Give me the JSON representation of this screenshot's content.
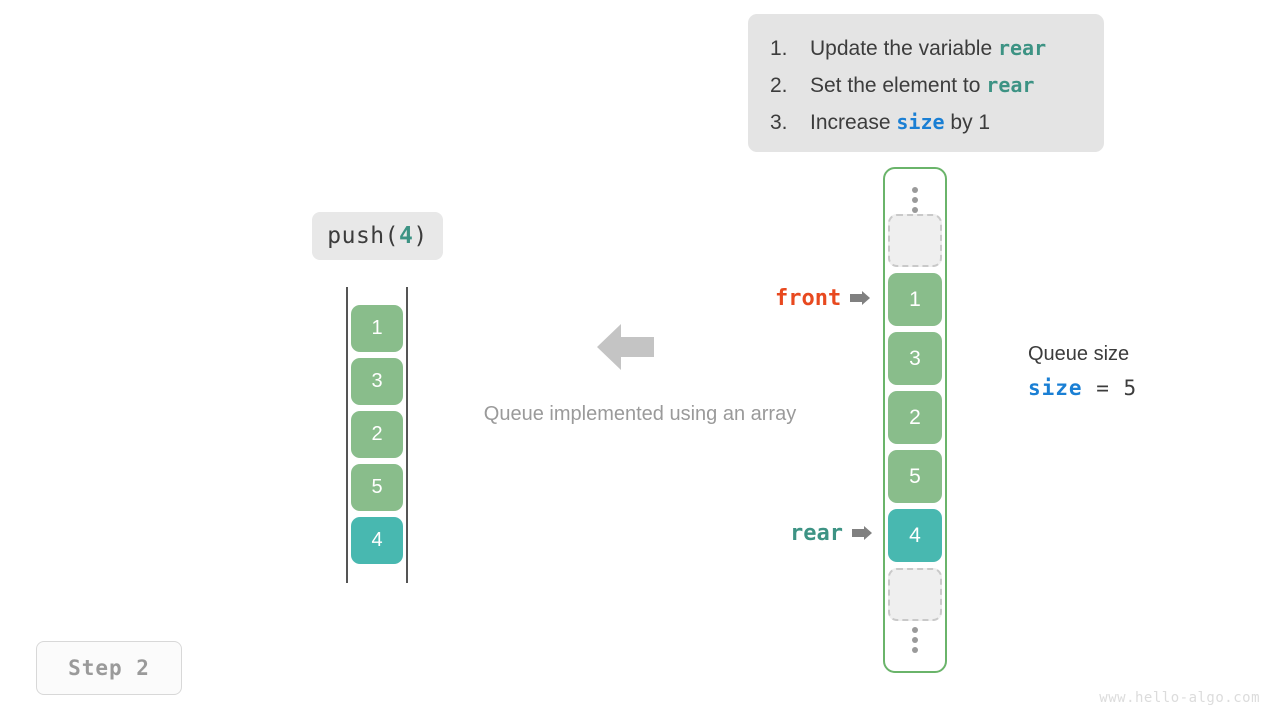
{
  "instructions": {
    "items": [
      {
        "num": "1.",
        "pre": "Update the variable ",
        "keyword": "rear",
        "keyword_color": "#3d9384",
        "post": ""
      },
      {
        "num": "2.",
        "pre": "Set the element to ",
        "keyword": "rear",
        "keyword_color": "#3d9384",
        "post": ""
      },
      {
        "num": "3.",
        "pre": "Increase ",
        "keyword": "size",
        "keyword_color": "#1a7fd4",
        "post": " by 1"
      }
    ]
  },
  "operation": {
    "name": "push(",
    "arg": "4",
    "close": ")"
  },
  "left_array": {
    "cells": [
      {
        "value": "1",
        "color": "green"
      },
      {
        "value": "3",
        "color": "green"
      },
      {
        "value": "2",
        "color": "green"
      },
      {
        "value": "5",
        "color": "green"
      },
      {
        "value": "4",
        "color": "teal"
      }
    ]
  },
  "center": {
    "caption": "Queue implemented using an array",
    "arrow_icon": "arrow-left-icon",
    "arrow_color": "#c4c4c4"
  },
  "queue": {
    "border_color": "#6ab46a",
    "ellipsis_top": "vertical-ellipsis-icon",
    "ellipsis_bottom": "vertical-ellipsis-icon",
    "cells": [
      {
        "value": "",
        "kind": "empty"
      },
      {
        "value": "1",
        "kind": "green"
      },
      {
        "value": "3",
        "kind": "green"
      },
      {
        "value": "2",
        "kind": "green"
      },
      {
        "value": "5",
        "kind": "green"
      },
      {
        "value": "4",
        "kind": "teal"
      },
      {
        "value": "",
        "kind": "empty"
      }
    ]
  },
  "pointers": {
    "front": {
      "label": "front",
      "color": "#e8491f",
      "icon": "arrow-right-icon"
    },
    "rear": {
      "label": "rear",
      "color": "#3d9384",
      "icon": "arrow-right-icon"
    }
  },
  "size_readout": {
    "title": "Queue size",
    "var": "size",
    "operator": "=",
    "value": "5"
  },
  "step_badge": {
    "label": "Step 2"
  },
  "watermark": {
    "text": "www.hello-algo.com"
  },
  "colors": {
    "green": "#89bd8b",
    "teal": "#48b8b0",
    "panel_bg": "#e4e4e4",
    "text_dark": "#3c3c3c",
    "text_gray": "#9a9a9a"
  }
}
